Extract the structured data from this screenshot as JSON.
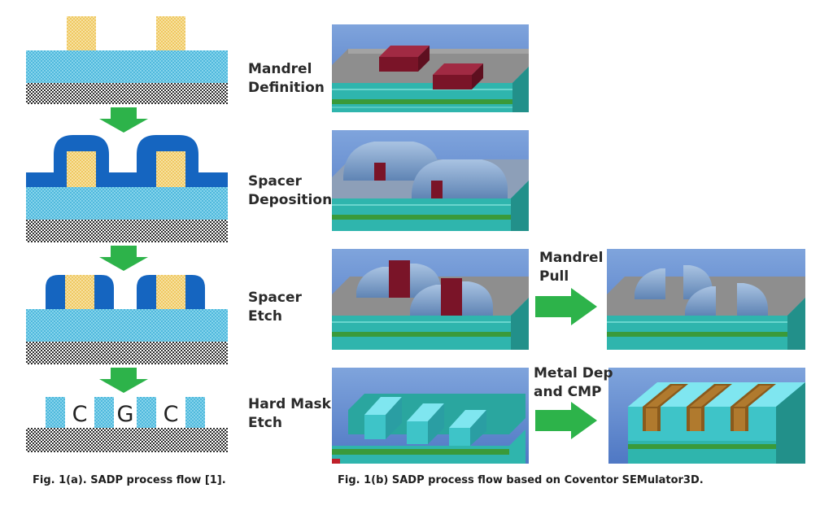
{
  "steps": [
    {
      "line1": "Mandrel",
      "line2": "Definition"
    },
    {
      "line1": "Spacer",
      "line2": "Deposition"
    },
    {
      "line1": "Spacer",
      "line2": "Etch"
    },
    {
      "line1": "Hard Mask",
      "line2": "Etch"
    }
  ],
  "transitions": [
    {
      "line1": "Mandrel",
      "line2": "Pull"
    },
    {
      "line1": "Metal Dep",
      "line2": "and CMP"
    }
  ],
  "gate_labels": [
    "C",
    "G",
    "C"
  ],
  "captions": {
    "left": "Fig. 1(a). SADP process flow [1].",
    "right": "Fig. 1(b) SADP process flow based on Coventor SEMulator3D."
  },
  "colors": {
    "mandrel_yellow": "#f2d27a",
    "spacer_blue": "#1565c0",
    "hardmask_cyan": "#7fd0ea",
    "substrate_dark": "#333333",
    "arrow_green": "#2db34a",
    "render_bg": "#6a8fd0",
    "render_mandrel": "#7a1428",
    "render_teal": "#2fb5ad",
    "render_green": "#3a9a3a",
    "render_metal": "#8a5a1c"
  }
}
